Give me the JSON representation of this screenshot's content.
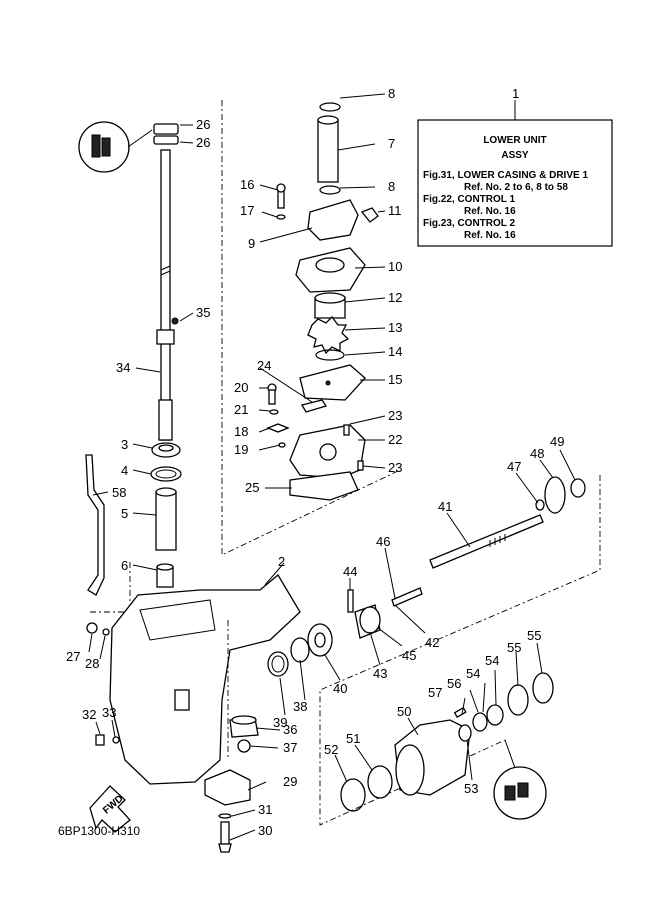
{
  "diagram_code": "6BP1300-H310",
  "fwd_label": "FWD",
  "info_box": {
    "title_line1": "LOWER UNIT",
    "title_line2": "ASSY",
    "lines": [
      "Fig.31, LOWER CASING & DRIVE 1",
      "Ref. No. 2 to 6, 8 to 58",
      "Fig.22, CONTROL 1",
      "Ref. No. 16",
      "Fig.23, CONTROL 2",
      "Ref. No. 16"
    ]
  },
  "callouts": {
    "c1": "1",
    "c2": "2",
    "c3": "3",
    "c4": "4",
    "c5": "5",
    "c6": "6",
    "c7": "7",
    "c8a": "8",
    "c8b": "8",
    "c9": "9",
    "c10": "10",
    "c11": "11",
    "c12": "12",
    "c13": "13",
    "c14": "14",
    "c15": "15",
    "c16": "16",
    "c17": "17",
    "c18": "18",
    "c19": "19",
    "c20": "20",
    "c21": "21",
    "c22": "22",
    "c23a": "23",
    "c23b": "23",
    "c24": "24",
    "c25": "25",
    "c26a": "26",
    "c26b": "26",
    "c27": "27",
    "c28": "28",
    "c29": "29",
    "c30": "30",
    "c31": "31",
    "c32": "32",
    "c33": "33",
    "c34": "34",
    "c35": "35",
    "c36": "36",
    "c37": "37",
    "c38": "38",
    "c39": "39",
    "c40": "40",
    "c41": "41",
    "c42": "42",
    "c43": "43",
    "c44": "44",
    "c45": "45",
    "c46": "46",
    "c47": "47",
    "c48": "48",
    "c49": "49",
    "c50": "50",
    "c51": "51",
    "c52": "52",
    "c53": "53",
    "c54a": "54",
    "c54b": "54",
    "c55a": "55",
    "c55b": "55",
    "c56": "56",
    "c57": "57",
    "c58": "58"
  }
}
